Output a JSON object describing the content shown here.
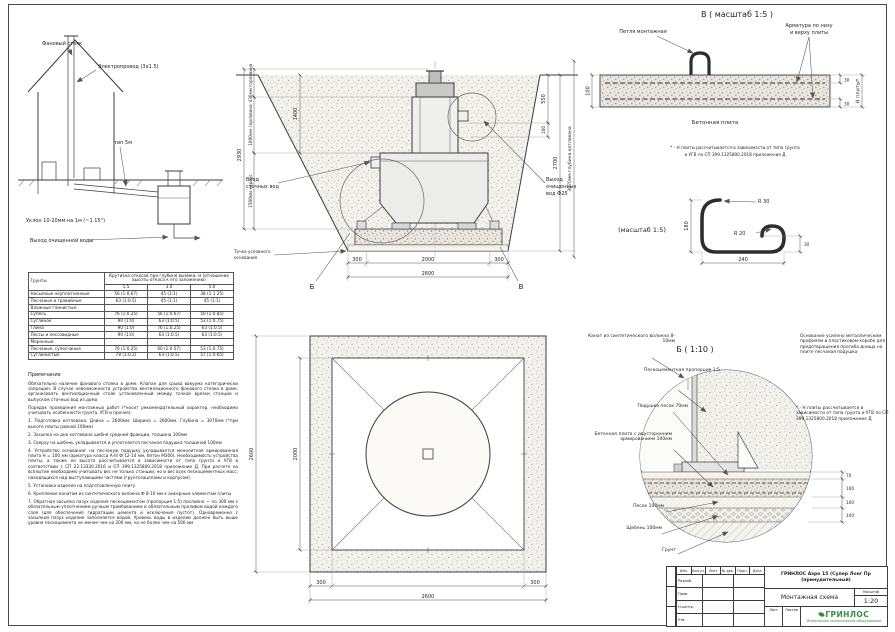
{
  "meta": {
    "accent_green": "#2f8f3c",
    "line_color": "#3b3b3b"
  },
  "dims": {
    "d2930": "2930",
    "d1400": "1400",
    "d550": "550",
    "d100": "100",
    "d2700": "2700",
    "d300": "300",
    "d2000": "2000",
    "d2600": "2600",
    "d70": "70",
    "d30": "30",
    "d180": "180",
    "d240": "240"
  },
  "house": {
    "vent": "Фановый стояк",
    "wire": "Электропровод (3х1.5)",
    "type5": "тип 5м",
    "slope": "Уклон 10-20мм на 1м (~1.15°)",
    "out": "Выход очищенной воды"
  },
  "section": {
    "neck_top": "430мм горловина",
    "neck": "1000мм горловина",
    "body": "1500мм корпус",
    "depth": "3070мм глубина котлована",
    "inlet1": "Вход",
    "inlet2": "сточных вод",
    "outlet1": "Выход",
    "outlet2": "очищенных",
    "outlet3": "вод Ф25",
    "base1": "Точка условного",
    "base2": "основания",
    "flag_b": "Б",
    "flag_v": "В"
  },
  "detail_v": {
    "title": "В ( масштаб 1:5 )",
    "loop": "Петля монтажная",
    "rebar1": "Арматура по низу",
    "rebar2": "и верху плиты",
    "slab": "Бетонная плита",
    "h_label": "Н плиты*",
    "foot1": "* - Н плиты рассчитывается в зависимости от типа грунта",
    "foot2": "и УГВ по СП 399.1325800.2018 приложение Д"
  },
  "hook": {
    "title": "(масштаб 1:5)",
    "r30": "R 30",
    "r20": "R 20"
  },
  "soil_table": {
    "title": "Грунты",
    "header": "Крутизна откосов при глубине выемки, м (отношение высоты откоса к его заложению)",
    "cols": [
      "1.5",
      "3.0",
      "5.0"
    ],
    "rows": [
      {
        "name": "Насыпные неуплотненные",
        "v1": "56 (1:0.67)",
        "v2": "45 (1:1)",
        "v3": "38 (1:1.25)"
      },
      {
        "name": "Песчаные и гравийные",
        "v1": "63 (1:0.5)",
        "v2": "45 (1:1)",
        "v3": "45 (1:1)"
      },
      {
        "name": "Влажные глинистые:",
        "v1": "",
        "v2": "",
        "v3": ""
      },
      {
        "name": "Супесь",
        "v1": "76 (1:0.25)",
        "v2": "56 (1:0.67)",
        "v3": "50 (1:0.85)"
      },
      {
        "name": "Суглинок",
        "v1": "90 (1:0)",
        "v2": "63 (1:0.5)",
        "v3": "53 (1:0.75)"
      },
      {
        "name": "Глина",
        "v1": "90 (1:0)",
        "v2": "76 (1:0.25)",
        "v3": "63 (1:0.5)"
      },
      {
        "name": "Лессы и лессовидные",
        "v1": "90 (1:0)",
        "v2": "63 (1:0.5)",
        "v3": "63 (1:0.5)"
      },
      {
        "name": "Моренные:",
        "v1": "",
        "v2": "",
        "v3": ""
      },
      {
        "name": "Песчаные, супесчаные",
        "v1": "76 (1:0.25)",
        "v2": "60 (1:0.57)",
        "v3": "53 (1:0.75)"
      },
      {
        "name": "Суглинистые",
        "v1": "78 (1:0.2)",
        "v2": "63 (1:0.5)",
        "v3": "57 (1:0.65)"
      }
    ]
  },
  "notes": {
    "title": "Примечание",
    "items": [
      "Обязательно наличие фанового стояка в доме. Клапан для срыва вакуума категорически запрещен. В случае невозможности устройства вентиляционного фанового стояка в доме, организовать вентиляционный стояк установленный между точкой врезки станции и выпуском сточных вод из дома",
      "Порядок проведения монтажных работ (*носит рекомендательный характер, необходимо учитывать особенности грунта, УГВ и прочее):",
      "1. Подготовка котлована. Длина = 2600мм. Ширина = 2600мм. Глубина = 3070мм (*при высоте плиты равной 100мм)",
      "2. Засыпка на дно котлована щебня средней фракции, толщина 100мм",
      "3. Сверху на щебень укладывается и уплотняется песчаная подушка толщиной 100мм",
      "4. Устройство основания: на песчаную подушку укладывается монолитная армированная плита Н = 100 мм (арматура класса А-III Ф 12-14 мм, бетон М300). Необходимость устройства плиты, а также ее высота рассчитывается в зависимости от типа грунта и УГВ в соответствии с СП 22.13330.2016 и СП 399.1325800.2018 приложение Д. При расчете на всплытие необходимо учитывать вес не только станции, но и вес всех пескоцементных масс, находящихся над выступающими частями (грунтозацепами и корпусом)",
      "5. Установка изделия на подготовленную плиту",
      "6. Крепление канатом из синтетического волокна Ф 8-10 мм к анкерным элементам плиты",
      "7. Обратная засыпка пазух изделия пескоцементом (пропорция 1:5) послойно — по 300 мм с обязательным уплотнением ручным трамбованием и обязательным проливом водой каждого слоя (для обеспечения гидратации цемента и исключения пустот). Одновременно с засыпкой пазух изделие заполняется водой. Уровень воды в изделии должен быть выше уровня пескоцемента не менее чем на 200 мм, но не более чем на 500 мм"
    ]
  },
  "detail_b": {
    "title": "Б ( 1:10 )",
    "rope": "Канат из синтетического волокна 8-10мм",
    "cement": "Пескоцементная пропорция 1:5",
    "cushion": "Подушка песок 70мм",
    "slab": "Бетонная плита с двусторонним армированием 100мм",
    "sand": "Песок 100мм",
    "gravel": "Щебень 100мм",
    "ground": "Грунт",
    "note": "Основание усилено металлическим профилем в пластиковом коробе для предотвращения прогиба днища на плите песчаная подушка",
    "footnote": "* - Н плиты рассчитывается в зависимости от типа грунта и УГВ по СП 399.1325800.2018 приложение Д"
  },
  "stamp": {
    "doc": "ГРИНЛОС Аэро 15 (Супер Лонг Пр (принудительный)",
    "drawing": "Монтажная схема",
    "scale_label": "Масштаб",
    "scale": "1:20",
    "sheet_label": "Лист",
    "sheets_label": "Листов",
    "header_cells": [
      "Изм.",
      "Кол.уч.",
      "Лист",
      "№ док.",
      "Подп.",
      "Дата"
    ],
    "roles": [
      "Разраб.",
      "Пров.",
      "Н.контр.",
      "Утв."
    ],
    "logo": "ГРИНЛОС",
    "tagline": "Инженерное экологическое оборудование"
  }
}
